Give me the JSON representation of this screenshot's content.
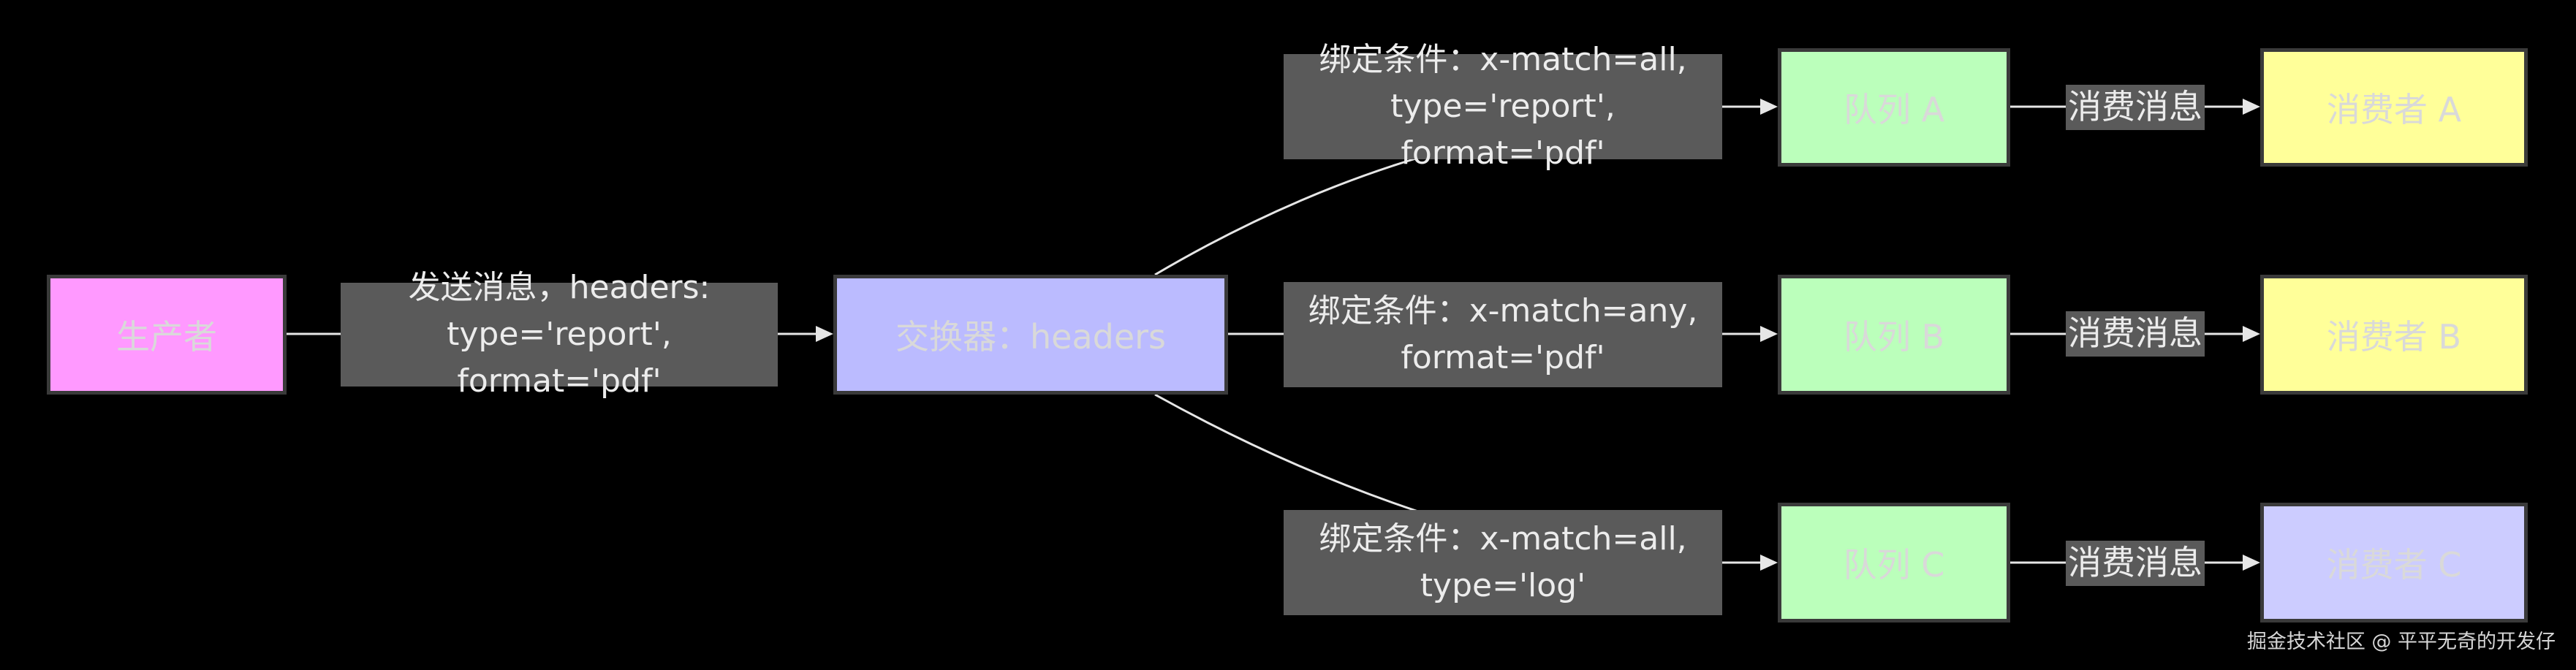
{
  "nodes": {
    "producer": {
      "label": "生产者",
      "color": "#ff99ff"
    },
    "exchange": {
      "label": "交换器：headers",
      "color": "#bbbbff"
    },
    "queue_a": {
      "label": "队列 A",
      "color": "#bbffbb"
    },
    "queue_b": {
      "label": "队列 B",
      "color": "#bbffbb"
    },
    "queue_c": {
      "label": "队列 C",
      "color": "#bbffbb"
    },
    "consumer_a": {
      "label": "消费者 A",
      "color": "#ffff99"
    },
    "consumer_b": {
      "label": "消费者 B",
      "color": "#ffff99"
    },
    "consumer_c": {
      "label": "消费者 C",
      "color": "#ccccff"
    }
  },
  "edges": {
    "send": "发送消息，headers:\ntype='report', format='pdf'",
    "bind_a": "绑定条件：x-match=all,\ntype='report', format='pdf'",
    "bind_b": "绑定条件：x-match=any,\nformat='pdf'",
    "bind_c": "绑定条件：x-match=all,\ntype='log'",
    "consume_a": "消费消息",
    "consume_b": "消费消息",
    "consume_c": "消费消息"
  },
  "watermark": "掘金技术社区 @ 平平无奇的开发仔"
}
